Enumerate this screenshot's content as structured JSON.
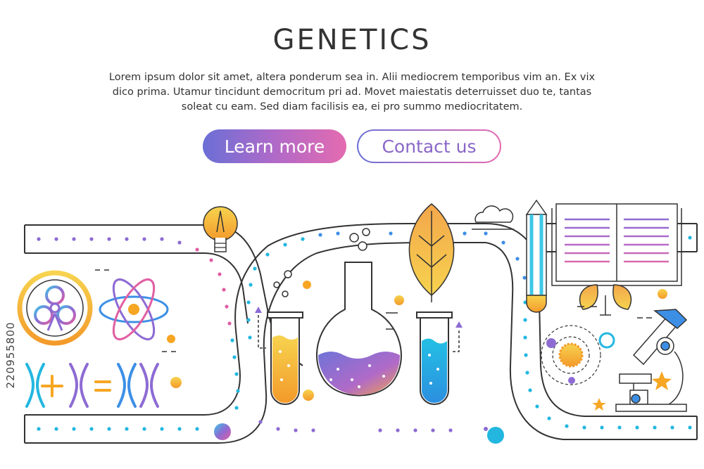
{
  "hero": {
    "title": "GENETICS",
    "body": "Lorem ipsum dolor sit amet, altera ponderum sea in. Alii mediocrem temporibus vim an. Ex vix dico prima. Utamur tincidunt democritum pri ad. Movet maiestatis deterruisset duo te, tantas soleat cu eam. Sed diam facilisis ea, ei pro summo mediocritatem."
  },
  "buttons": {
    "learn_more": "Learn more",
    "contact_us": "Contact us"
  },
  "colors": {
    "orange": "#f6a623",
    "yellow": "#f7cf4f",
    "purple": "#8d6bd3",
    "pink": "#e15fa3",
    "cyan": "#23b7e0",
    "blue": "#3d8fe6",
    "outline": "#333333"
  },
  "icons": [
    "biohazard-icon",
    "atom-icon",
    "chromosome-icon",
    "light-bulb-icon",
    "cloud-icon",
    "leaf-icon",
    "pencil-icon",
    "open-book-icon",
    "plant-icon",
    "microscope-icon",
    "flask-icon",
    "test-tube-icon",
    "solar-system-icon",
    "star-icon"
  ],
  "watermark": "220955800"
}
